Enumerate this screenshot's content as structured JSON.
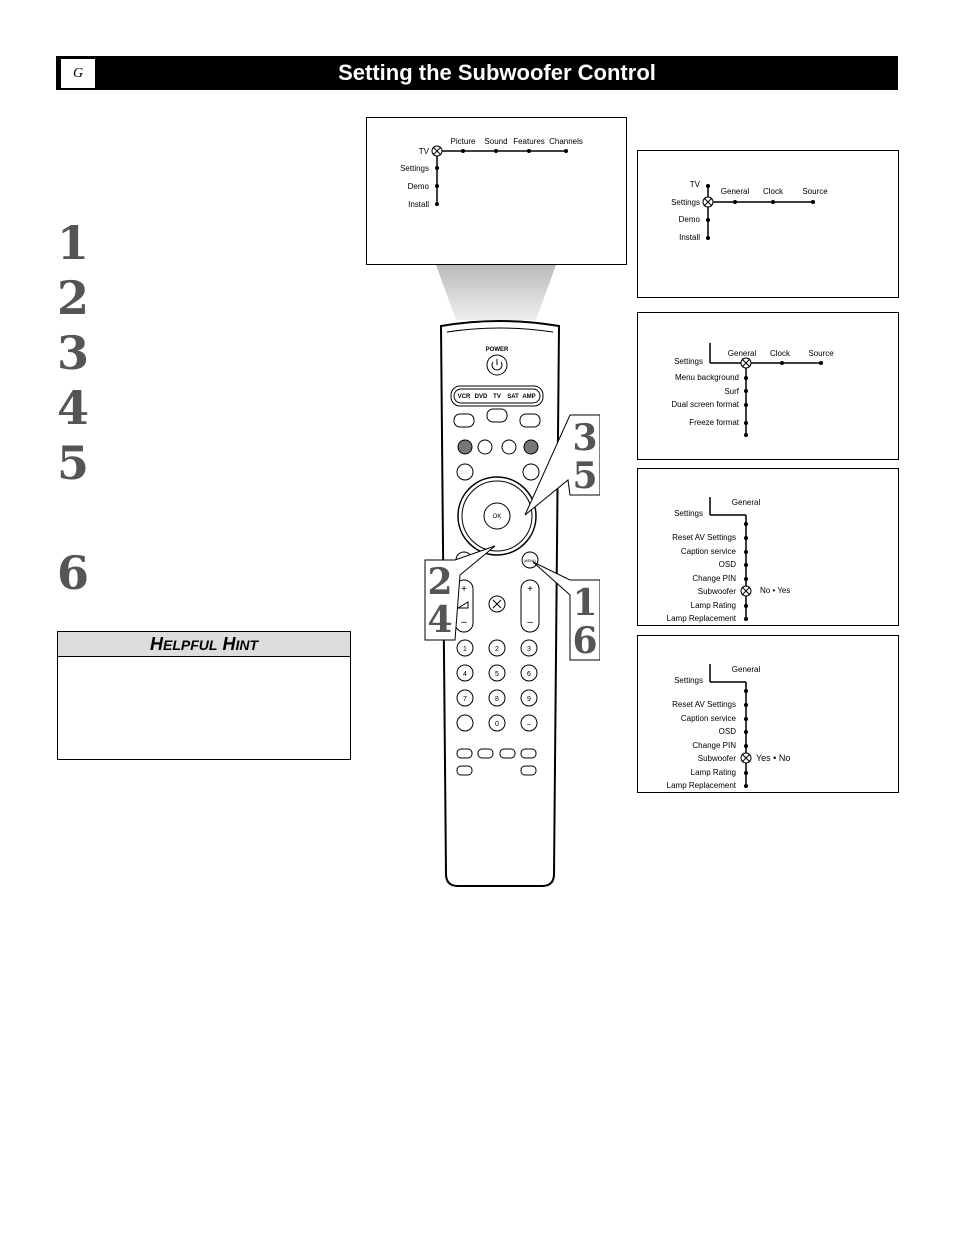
{
  "header": {
    "section_letter": "G",
    "title": "Setting the Subwoofer Control"
  },
  "steps": [
    "1",
    "2",
    "3",
    "4",
    "5",
    "6"
  ],
  "hint": {
    "title_first_initial": "H",
    "title_first_rest": "ELPFUL",
    "title_second_initial": "H",
    "title_second_rest": "INT"
  },
  "screen_main": {
    "items": [
      "TV",
      "Settings",
      "Demo",
      "Install"
    ],
    "submenu": [
      "Picture",
      "Sound",
      "Features",
      "Channels"
    ]
  },
  "screen_settings": {
    "items": [
      "TV",
      "Settings",
      "Demo",
      "Install"
    ],
    "submenu": [
      "General",
      "Clock",
      "Source"
    ]
  },
  "screen_general": {
    "items": [
      "Settings",
      "Menu background",
      "Surf",
      "Dual screen format",
      "Freeze format"
    ],
    "submenu": [
      "General",
      "Clock",
      "Source"
    ]
  },
  "screen_sub_noyes": {
    "title": "General",
    "parent": "Settings",
    "items": [
      "Reset AV Settings",
      "Caption service",
      "OSD",
      "Change PIN",
      "Subwoofer",
      "Lamp Rating",
      "Lamp Replacement"
    ],
    "options": "No • Yes"
  },
  "screen_sub_yesno": {
    "title": "General",
    "parent": "Settings",
    "items": [
      "Reset AV Settings",
      "Caption service",
      "OSD",
      "Change PIN",
      "Subwoofer",
      "Lamp Rating",
      "Lamp Replacement"
    ],
    "options": "Yes • No"
  },
  "remote": {
    "power": "POWER",
    "sources": [
      "VCR",
      "DVD",
      "TV",
      "SAT",
      "AMP"
    ],
    "ok": "OK",
    "menu": "MENU",
    "keypad": [
      "1",
      "2",
      "3",
      "4",
      "5",
      "6",
      "7",
      "8",
      "9",
      "",
      "0",
      "–"
    ],
    "vol_plus": "+",
    "vol_minus": "–",
    "ch_plus": "+",
    "ch_minus": "–"
  },
  "callouts": {
    "a_top": "3",
    "a_bottom": "5",
    "b_top": "2",
    "b_bottom": "4",
    "c_top": "1",
    "c_bottom": "6"
  }
}
